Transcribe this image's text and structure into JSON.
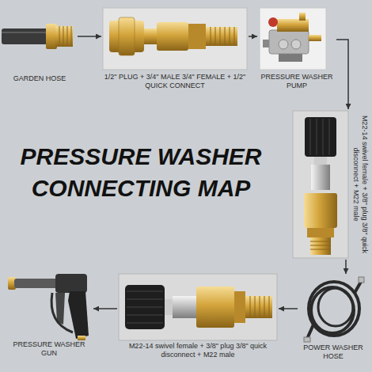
{
  "diagram": {
    "title": "PRESSURE WASHER CONNECTING MAP",
    "nodes": [
      {
        "text": [
          "GARDEN HOSE"
        ]
      },
      {
        "text": [
          "1/2\" PLUG + 3/4\" MALE 3/4\" FEMALE + 1/2\" QUICK CONNECT"
        ]
      },
      {
        "text": [
          "PRESSURE WASHER PUMP"
        ]
      },
      {
        "text": [
          "M22-14 swivel female + 3/8\" plug 3/8\" quick disconnect + M22 male"
        ]
      },
      {
        "text": [
          "POWER WASHER HOSE"
        ]
      },
      {
        "text": [
          "M22-14 swivel female + 3/8\" plug 3/8\" quick disconnect + M22 male"
        ]
      },
      {
        "text": [
          "PRESSURE WASHER GUN"
        ]
      }
    ],
    "edges": [
      {
        "from": 0,
        "to": 1,
        "arrow": "to"
      },
      {
        "from": 1,
        "to": 2,
        "arrow": "to"
      },
      {
        "from": 2,
        "to": 3,
        "arrow": "to"
      },
      {
        "from": 3,
        "to": 4,
        "arrow": "to"
      },
      {
        "from": 4,
        "to": 5,
        "arrow": "to"
      },
      {
        "from": 5,
        "to": 6,
        "arrow": "to"
      }
    ]
  }
}
